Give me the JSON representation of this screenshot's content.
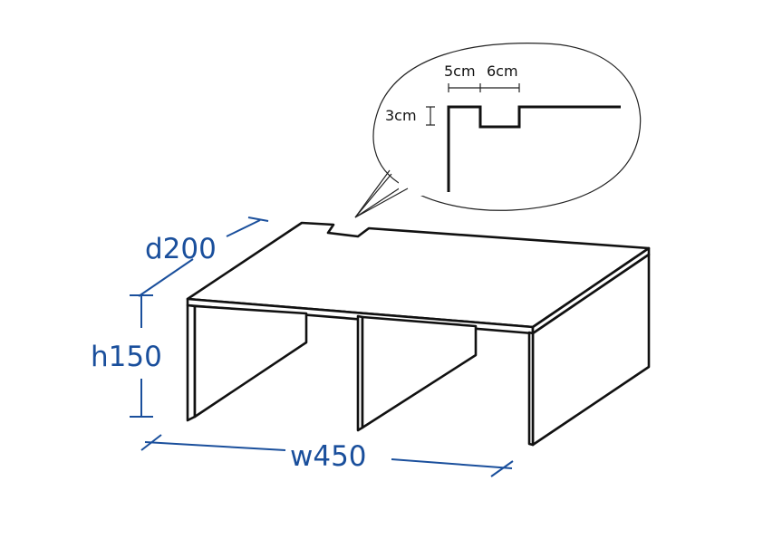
{
  "dimensions": {
    "depth_label": "d200",
    "height_label": "h150",
    "width_label": "w450"
  },
  "detail_callout": {
    "notch_width_label": "5cm",
    "offset_label": "6cm",
    "notch_depth_label": "3cm"
  },
  "colors": {
    "dimension_blue": "#1a4f9c",
    "outline": "#111111",
    "background": "#ffffff"
  }
}
